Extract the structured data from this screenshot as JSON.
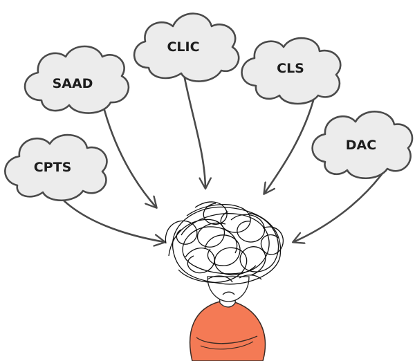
{
  "diagram": {
    "clouds": [
      {
        "id": "saad",
        "label": "SAAD"
      },
      {
        "id": "clic",
        "label": "CLIC"
      },
      {
        "id": "cls",
        "label": "CLS"
      },
      {
        "id": "cpts",
        "label": "CPTS"
      },
      {
        "id": "dac",
        "label": "DAC"
      }
    ],
    "colors": {
      "cloud_fill": "#ececec",
      "outline": "#4a4a4a",
      "shirt": "#f47a55",
      "skin": "#ffffff",
      "hair": "#111111"
    },
    "figure": {
      "description_icon": "overwhelmed-person-icon"
    }
  }
}
